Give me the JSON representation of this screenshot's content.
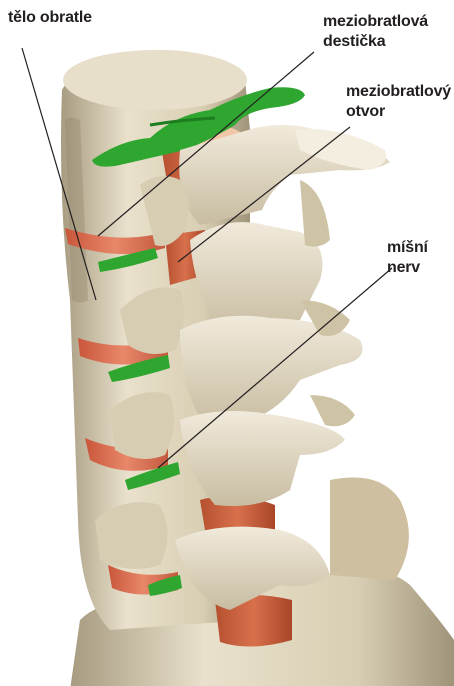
{
  "labels": {
    "body": "tělo obratle",
    "disc": [
      "meziobratlová",
      "destička"
    ],
    "foramen": [
      "meziobratlový",
      "otvor"
    ],
    "nerve": [
      "míšní",
      "nerv"
    ]
  },
  "colors": {
    "bone": "#e4dbc4",
    "bone_shadow": "#b9ad92",
    "disc": "#e07a5f",
    "nerve": "#2fa62f",
    "leader": "#231f20"
  }
}
